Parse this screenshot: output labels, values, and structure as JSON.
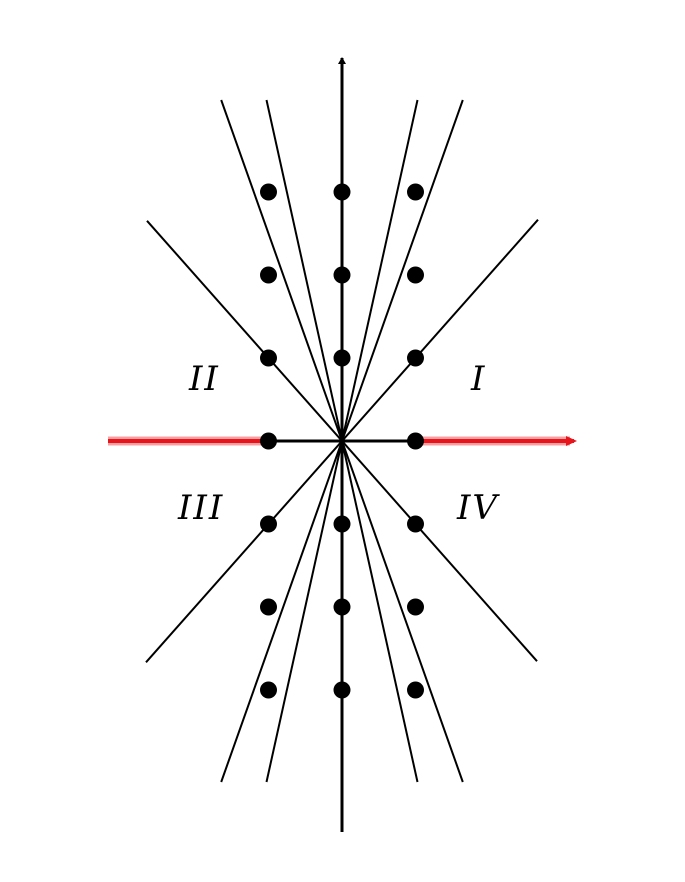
{
  "diagram": {
    "quadrant_labels": {
      "q1": "I",
      "q2": "II",
      "q3": "III",
      "q4": "IV"
    },
    "colors": {
      "line": "#000000",
      "highlight_axis": "#e8141b",
      "highlight_glow": "#f5a0a3",
      "point": "#000000",
      "background": "#ffffff"
    },
    "lattice_points": {
      "columns": [
        -1,
        0,
        1
      ],
      "rows": [
        -3,
        -2,
        -1,
        0,
        1,
        2,
        3
      ],
      "omit": [
        [
          0,
          0
        ]
      ]
    },
    "lines_through_origin": {
      "slopes": [
        1,
        -1,
        2.5,
        -2.5,
        4,
        -4
      ]
    },
    "highlight": "horizontal-axis-outer-segments"
  }
}
